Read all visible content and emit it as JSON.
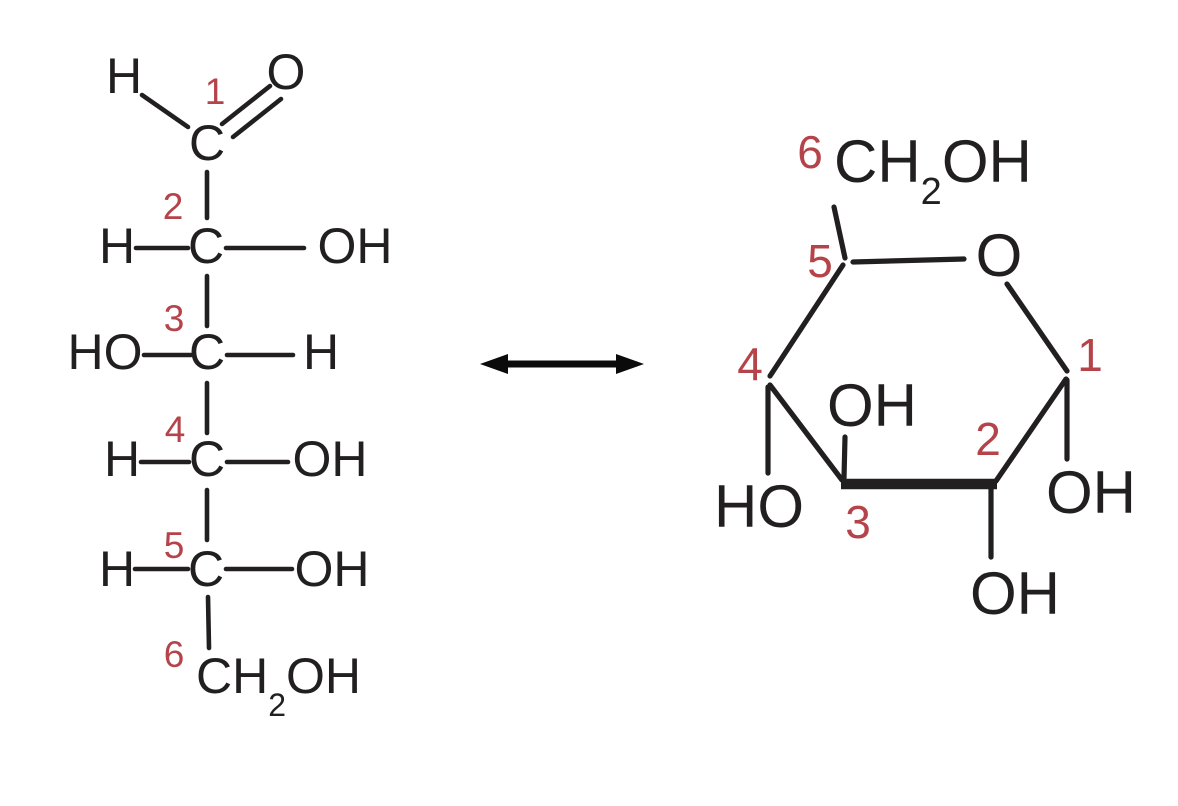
{
  "colors": {
    "ink": "#221f20",
    "number_red": "#b5434a",
    "background": "#ffffff"
  },
  "fischer_projection": {
    "c1": {
      "number": "1",
      "h": "H",
      "c": "C",
      "o": "O"
    },
    "c2": {
      "number": "2",
      "left": "H",
      "c": "C",
      "right": "OH"
    },
    "c3": {
      "number": "3",
      "left": "HO",
      "c": "C",
      "right": "H"
    },
    "c4": {
      "number": "4",
      "left": "H",
      "c": "C",
      "right": "OH"
    },
    "c5": {
      "number": "5",
      "left": "H",
      "c": "C",
      "right": "OH"
    },
    "c6": {
      "number": "6",
      "ch": "CH",
      "subscript": "2",
      "oh": "OH"
    }
  },
  "ring_structure": {
    "c6": {
      "number": "6",
      "ch": "CH",
      "subscript": "2",
      "oh": "OH"
    },
    "c5": {
      "number": "5"
    },
    "ring_oxygen": "O",
    "c1": {
      "number": "1",
      "oh": "OH"
    },
    "c2": {
      "number": "2",
      "oh": "OH"
    },
    "c3": {
      "number": "3",
      "oh": "OH"
    },
    "c4": {
      "number": "4",
      "ho": "HO"
    }
  }
}
